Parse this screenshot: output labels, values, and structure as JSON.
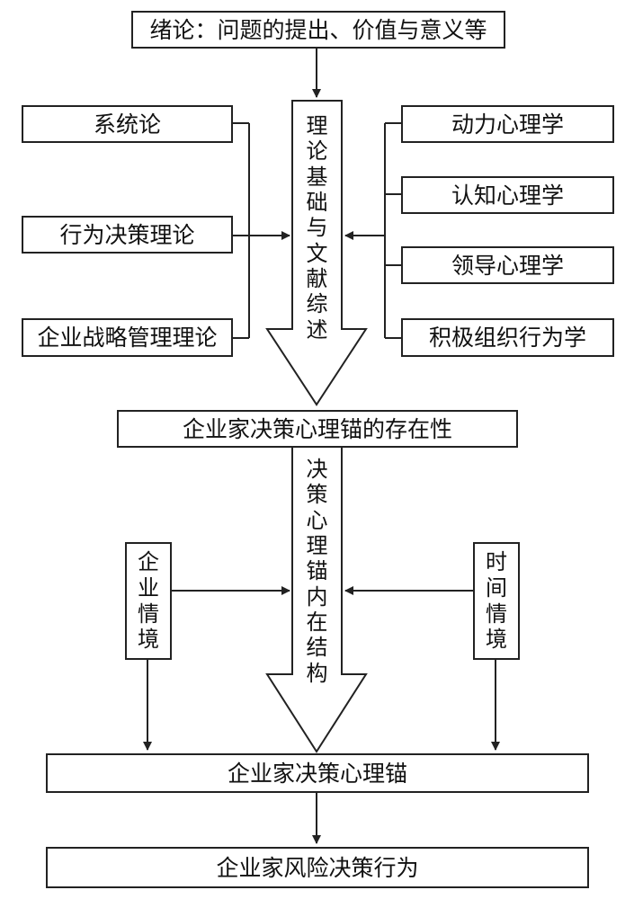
{
  "intro": "绪论：问题的提出、价值与意义等",
  "theory_left": [
    "系统论",
    "行为决策理论",
    "企业战略管理理论"
  ],
  "theory_right": [
    "动力心理学",
    "认知心理学",
    "领导心理学",
    "积极组织行为学"
  ],
  "arrow1_label": "理论基础与文献综述",
  "existence": "企业家决策心理锚的存在性",
  "arrow2_label": "决策心理锚内在结构",
  "context_left": "企业情境",
  "context_right": "时间情境",
  "anchor": "企业家决策心理锚",
  "behavior": "企业家风险决策行为"
}
